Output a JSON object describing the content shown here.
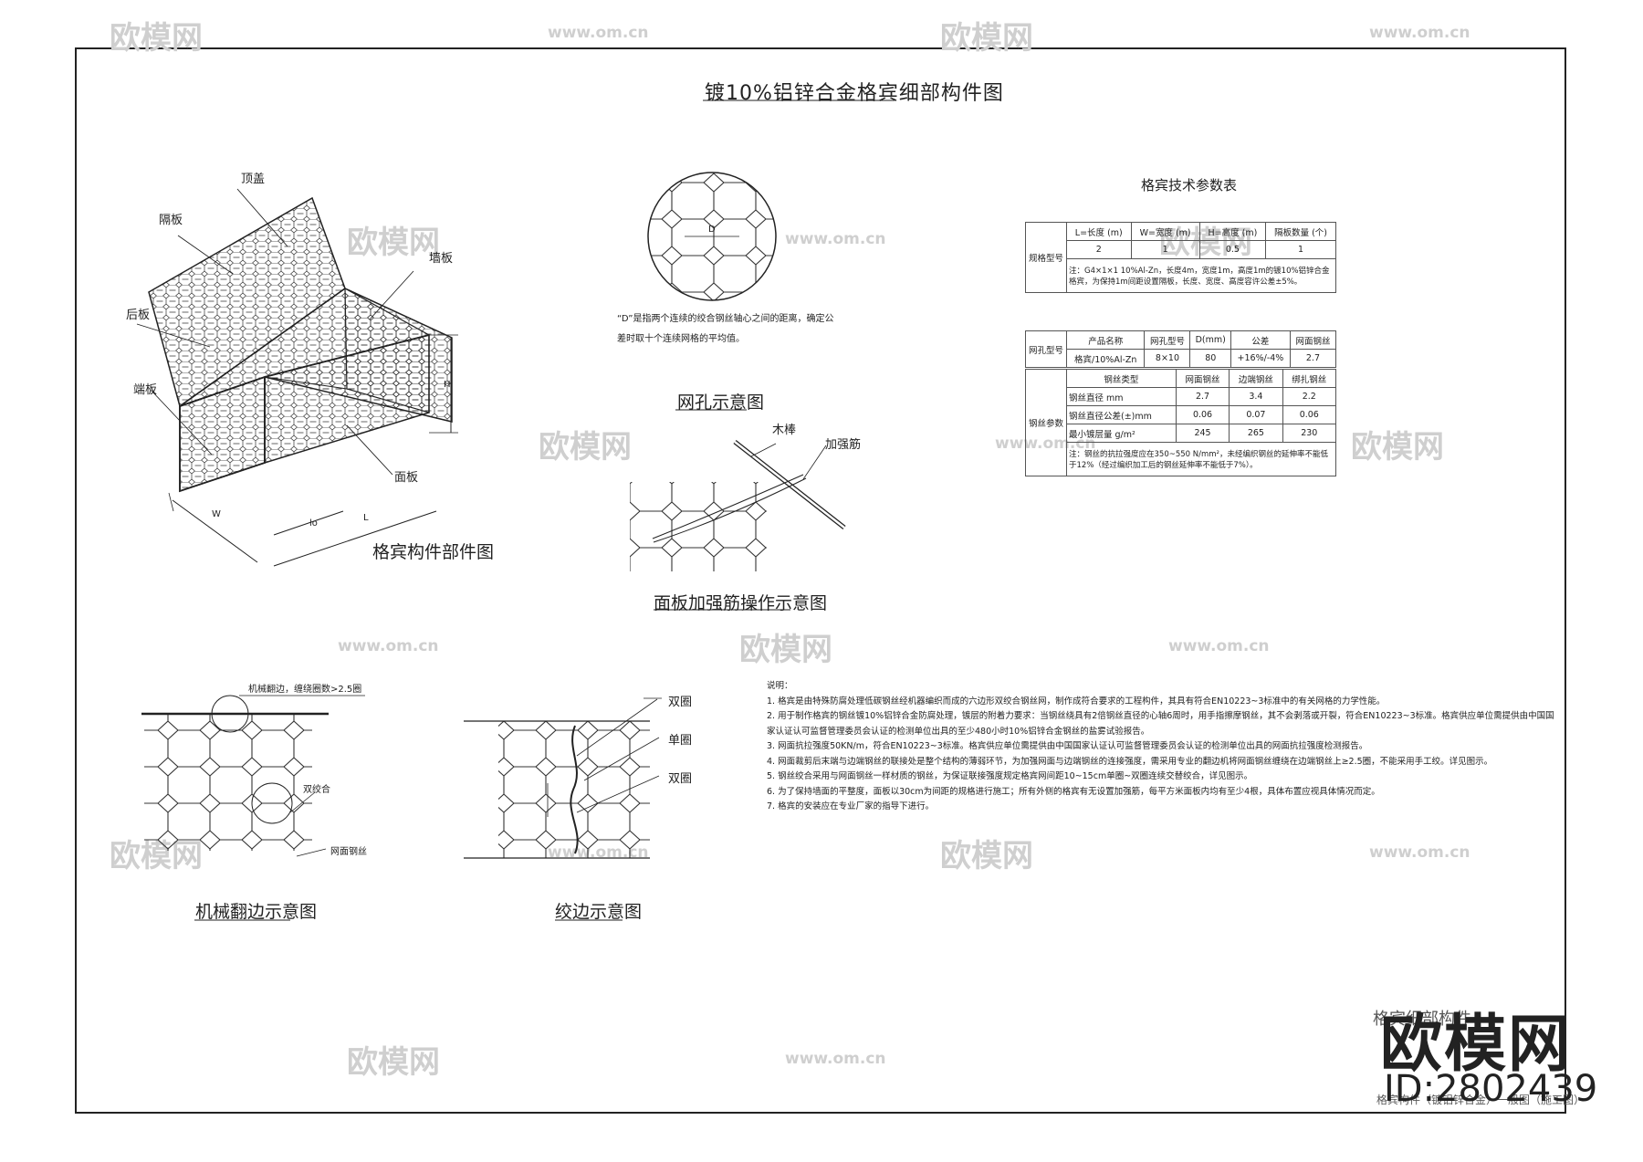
{
  "drawing": {
    "title": "镀10%铝锌合金格宾细部构件图",
    "panel_labels": {
      "top": "顶盖",
      "partition": "隔板",
      "end_upper": "墙板",
      "back": "后板",
      "end_lower": "端板",
      "front": "面板",
      "dim_w": "W",
      "dim_lo": "lo",
      "dim_l": "L",
      "dim_h": "H"
    },
    "captions": {
      "components": "格宾构件部件图",
      "mesh": "网孔示意图",
      "reinforce": "面板加强筋操作示意图",
      "mech_edge": "机械翻边示意图",
      "twist_edge": "绞边示意图"
    },
    "mesh_note": {
      "line1": "“D”是指两个连续的绞合钢丝轴心之间的距离，确定公",
      "line2": "差时取十个连续网格的平均值。",
      "d": "D"
    },
    "reinforce_labels": {
      "rod": "木棒",
      "rib": "加强筋"
    },
    "mech_edge_labels": {
      "fold": "机械翻边，缠绕圈数>2.5圈",
      "double": "双绞合",
      "wire": "网面钢丝"
    },
    "twist_labels": {
      "double1": "双圈",
      "single": "单圈",
      "double2": "双圈"
    }
  },
  "spec_table": {
    "title": "格宾技术参数表",
    "size_header": [
      "L=长度 (m)",
      "W=宽度 (m)",
      "H=高度 (m)",
      "隔板数量 (个)"
    ],
    "size_values": [
      "2",
      "1",
      "0.5",
      "1"
    ],
    "size_label": "规格型号",
    "size_note": "注：G4×1×1 10%Al-Zn，长度4m，宽度1m，高度1m的镀10%铝锌合金格宾，为保持1m间距设置隔板，长度、宽度、高度容许公差±5%。",
    "mesh_label": "网孔型号",
    "mesh_header": [
      "产品名称",
      "网孔型号",
      "D(mm)",
      "公差",
      "网面钢丝"
    ],
    "mesh_values": [
      "格宾/10%Al-Zn",
      "8×10",
      "80",
      "+16%/-4%",
      "2.7"
    ],
    "wire_label": "钢丝参数",
    "wire_header": [
      "钢丝类型",
      "网面钢丝",
      "边端钢丝",
      "绑扎钢丝"
    ],
    "wire_rows": [
      [
        "钢丝直径 mm",
        "2.7",
        "3.4",
        "2.2"
      ],
      [
        "钢丝直径公差(±)mm",
        "0.06",
        "0.07",
        "0.06"
      ],
      [
        "最小镀层量 g/m²",
        "245",
        "265",
        "230"
      ]
    ],
    "wire_note": "注：钢丝的抗拉强度应在350~550 N/mm²，未经编织钢丝的延伸率不能低于12%（经过编织加工后的钢丝延伸率不能低于7%）。"
  },
  "notes": [
    "说明：",
    "1. 格宾是由特殊防腐处理低碳钢丝经机器编织而成的六边形双绞合钢丝网，制作成符合要求的工程构件，其具有符合EN10223~3标准中的有关网格的力学性能。",
    "2. 用于制作格宾的钢丝镀10%铝锌合金防腐处理，镀层的附着力要求：当钢丝绕具有2倍钢丝直径的心轴6周时，用手指擦摩钢丝，其不会剥落或开裂，符合EN10223~3标准。格宾供应单位需提供由中国国",
    "家认证认可监督管理委员会认证的检测单位出具的至少480小时10%铝锌合金钢丝的盐雾试验报告。",
    "3. 网面抗拉强度50KN/m，符合EN10223~3标准。格宾供应单位需提供由中国国家认证认可监督管理委员会认证的检测单位出具的网面抗拉强度检测报告。",
    "4. 网面裁剪后末端与边端钢丝的联接处是整个结构的薄弱环节，为加强网面与边端钢丝的连接强度，需采用专业的翻边机将网面钢丝缠绕在边端钢丝上≥2.5圈，不能采用手工绞。详见图示。",
    "5. 钢丝绞合采用与网面钢丝一样材质的钢丝，为保证联接强度规定格宾网间距10~15cm单圈~双圈连续交替绞合，详见图示。",
    "6. 为了保持墙面的平整度，面板以30cm为间距的规格进行施工；所有外侧的格宾有无设置加强筋，每平方米面板内均有至少4根，具体布置应视具体情况而定。",
    "7. 格宾的安装应在专业厂家的指导下进行。"
  ],
  "title_block": {
    "name": "格宾细部构件",
    "sub": "格宾构件（镀铝锌合金）一般图（施工图）"
  },
  "watermark": {
    "brand": "欧模网",
    "site": "www.om.cn",
    "id": "ID:2802439"
  }
}
